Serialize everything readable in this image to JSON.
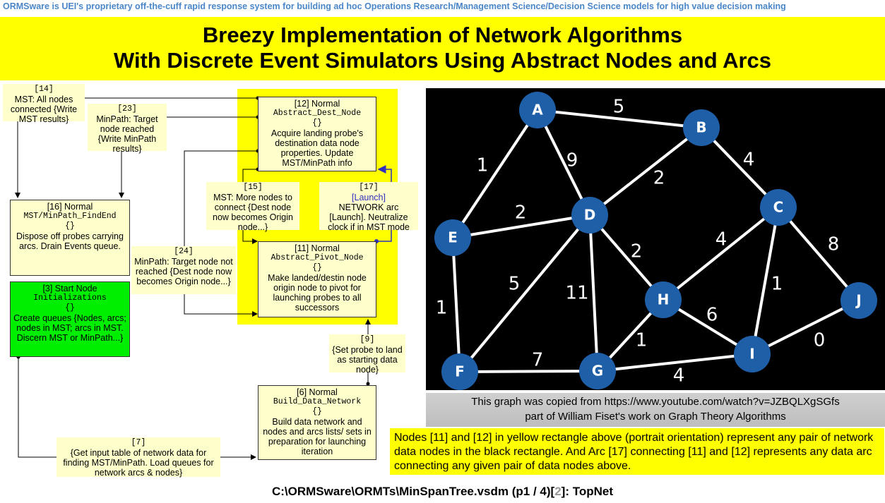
{
  "top_line": "ORMSware is UEI's proprietary off-the-cuff rapid response system for building ad hoc Operations Research/Management Science/Decision Science models for high value decision making",
  "title": {
    "line1": "Breezy Implementation of Network Algorithms",
    "line2": "With Discrete Event Simulators Using Abstract Nodes and Arcs"
  },
  "nodes": {
    "n14": {
      "id": "[14]",
      "text": "MST: All nodes connected {Write MST results}"
    },
    "n23": {
      "id": "[23]",
      "text": "MinPath: Target node reached {Write MinPath results}"
    },
    "n16": {
      "header": "[16] Normal",
      "code": "MST/MinPath_FindEnd",
      "braces": "{}",
      "text": "Dispose off probes carrying arcs. Drain Events queue."
    },
    "n3": {
      "header": "[3] Start Node",
      "code": "Initializations",
      "braces": "{}",
      "text": "Create queues {Nodes, arcs; nodes in MST; arcs in MST. Discern MST or MinPath...}"
    },
    "n12": {
      "header": "[12] Normal",
      "code": "Abstract_Dest_Node",
      "braces": "{}",
      "text": "Acquire landing probe's destination data node properties. Update MST/MinPath info"
    },
    "n15": {
      "id": "[15]",
      "text": "MST: More nodes to connect {Dest node now becomes Origin node...}"
    },
    "n17": {
      "id": "[17]",
      "launch": "[Launch]",
      "text": "NETWORK arc [Launch]. Neutralize clock if in MST mode"
    },
    "n24": {
      "id": "[24]",
      "text": "MinPath: Target node not reached {Dest node now becomes Origin node...}"
    },
    "n11": {
      "header": "[11] Normal",
      "code": "Abstract_Pivot_Node",
      "braces": "{}",
      "text": "Make landed/destin node origin node to pivot for launching probes to all successors"
    },
    "n9": {
      "id": "[9]",
      "text": "{Set probe to land as starting data node}"
    },
    "n6": {
      "header": "[6] Normal",
      "code": "Build_Data_Network",
      "braces": "{}",
      "text": "Build data network and nodes and arcs lists/ sets in preparation for launching iteration"
    },
    "n7": {
      "id": "[7]",
      "text": "{Get input table of network data for finding MST/MinPath. Load queues for network arcs & nodes}"
    }
  },
  "graph": {
    "vertices": [
      "A",
      "B",
      "C",
      "D",
      "E",
      "F",
      "G",
      "H",
      "I",
      "J"
    ],
    "edges": [
      {
        "from": "A",
        "to": "B",
        "weight": "5"
      },
      {
        "from": "A",
        "to": "E",
        "weight": "1"
      },
      {
        "from": "A",
        "to": "D",
        "weight": "9"
      },
      {
        "from": "B",
        "to": "D",
        "weight": "2"
      },
      {
        "from": "B",
        "to": "C",
        "weight": "4"
      },
      {
        "from": "E",
        "to": "D",
        "weight": "2"
      },
      {
        "from": "E",
        "to": "F",
        "weight": "1"
      },
      {
        "from": "D",
        "to": "F",
        "weight": "5"
      },
      {
        "from": "D",
        "to": "G",
        "weight": "11"
      },
      {
        "from": "D",
        "to": "H",
        "weight": "2"
      },
      {
        "from": "C",
        "to": "H",
        "weight": "4"
      },
      {
        "from": "C",
        "to": "I",
        "weight": "1"
      },
      {
        "from": "C",
        "to": "J",
        "weight": "8"
      },
      {
        "from": "H",
        "to": "G",
        "weight": "1"
      },
      {
        "from": "H",
        "to": "I",
        "weight": "6"
      },
      {
        "from": "F",
        "to": "G",
        "weight": "7"
      },
      {
        "from": "G",
        "to": "I",
        "weight": "4"
      },
      {
        "from": "I",
        "to": "J",
        "weight": "0"
      }
    ],
    "colors": {
      "background": "#000000",
      "node": "#1e5fa8",
      "edge": "#ffffff",
      "label": "#ffffff"
    }
  },
  "caption": {
    "line1": "This graph was copied from https://www.youtube.com/watch?v=JZBQLXgSGfs",
    "line2": "part of William Fiset's work on Graph Theory Algorithms"
  },
  "note": "Nodes [11] and [12] in yellow rectangle above (portrait orientation) represent any pair of network data nodes in the black rectangle. And Arc [17] connecting [11] and [12] represents any data arc connecting any given pair of data nodes above.",
  "footer": {
    "prefix": "C:\\ORMSware\\ORMTs\\MinSpanTree.vsdm (p1 / 4)[",
    "page": "2",
    "suffix": "]: TopNet"
  }
}
